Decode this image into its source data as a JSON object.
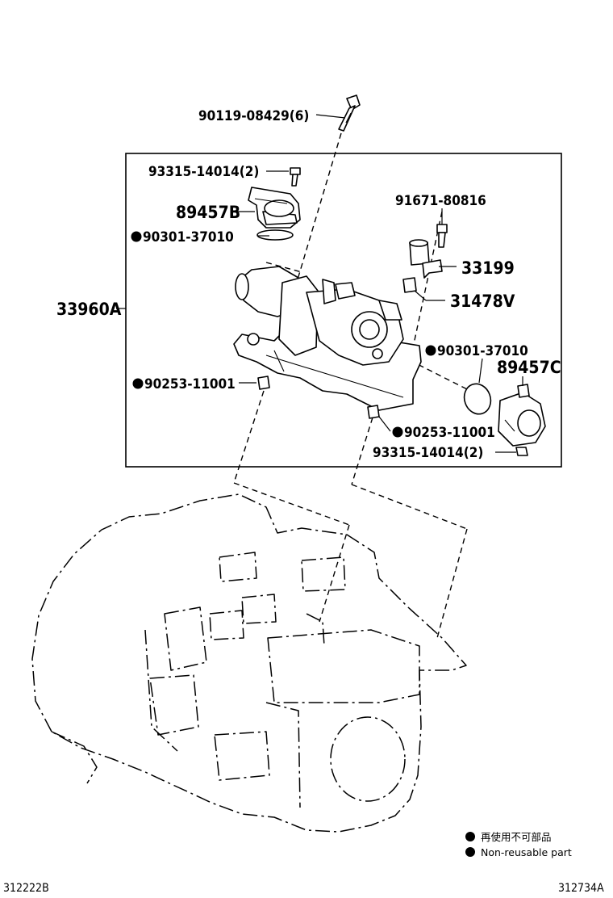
{
  "labels": {
    "bolt_top": "90119-08429(6)",
    "bolt_small_left": "93315-14014(2)",
    "sensor_b": "89457B",
    "oring_left": "90301-37010",
    "assembly": "33960A",
    "bolt_right": "91671-80816",
    "bracket": "33199",
    "pin_upper": "31478V",
    "oring_right": "90301-37010",
    "sensor_c": "89457C",
    "pin_left": "90253-11001",
    "pin_right": "90253-11001",
    "bolt_small_right": "93315-14014(2)"
  },
  "legend": {
    "line1": "再使用不可部品",
    "line2": "Non-reusable part"
  },
  "footer": {
    "left_code": "312222B",
    "right_code": "312734A"
  }
}
